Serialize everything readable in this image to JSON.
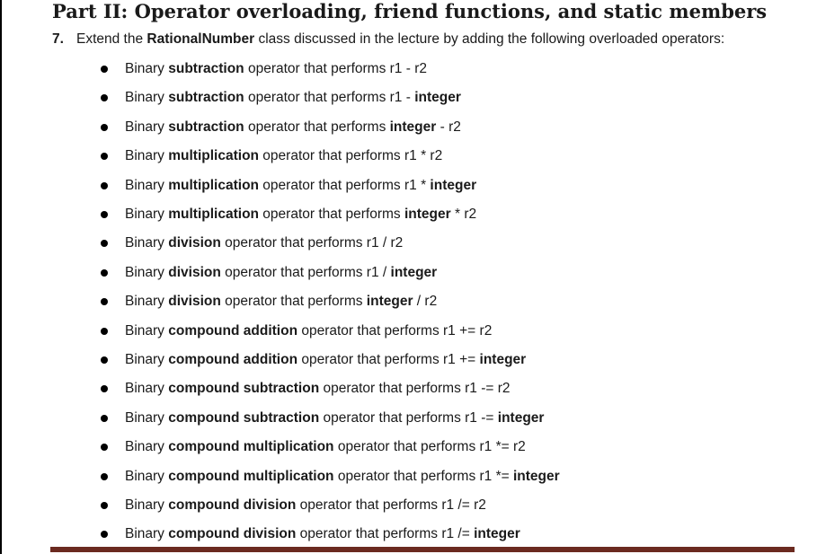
{
  "section": {
    "title": "Part II: Operator overloading, friend functions, and static members"
  },
  "question": {
    "number": "7.",
    "text_before": "Extend the ",
    "class_name": "RationalNumber",
    "text_after": " class discussed in the lecture by adding the following overloaded operators:"
  },
  "items": [
    {
      "prefix": "Binary ",
      "bold": "subtraction",
      "middle": " operator that performs ",
      "lhs": "r1",
      "lhs_bold": false,
      "op": " - ",
      "rhs": "r2",
      "rhs_bold": false
    },
    {
      "prefix": "Binary ",
      "bold": "subtraction",
      "middle": " operator that performs ",
      "lhs": "r1",
      "lhs_bold": false,
      "op": " - ",
      "rhs": "integer",
      "rhs_bold": true
    },
    {
      "prefix": "Binary ",
      "bold": "subtraction",
      "middle": " operator that performs ",
      "lhs": "integer",
      "lhs_bold": true,
      "op": " - ",
      "rhs": "r2",
      "rhs_bold": false
    },
    {
      "prefix": "Binary ",
      "bold": "multiplication",
      "middle": " operator that performs ",
      "lhs": "r1",
      "lhs_bold": false,
      "op": " * ",
      "rhs": "r2",
      "rhs_bold": false
    },
    {
      "prefix": "Binary ",
      "bold": "multiplication",
      "middle": " operator that performs ",
      "lhs": "r1",
      "lhs_bold": false,
      "op": " * ",
      "rhs": "integer",
      "rhs_bold": true
    },
    {
      "prefix": "Binary ",
      "bold": "multiplication",
      "middle": " operator that performs ",
      "lhs": "integer",
      "lhs_bold": true,
      "op": " * ",
      "rhs": "r2",
      "rhs_bold": false
    },
    {
      "prefix": "Binary ",
      "bold": "division",
      "middle": " operator that performs ",
      "lhs": "r1",
      "lhs_bold": false,
      "op": " / ",
      "rhs": "r2",
      "rhs_bold": false
    },
    {
      "prefix": "Binary ",
      "bold": "division",
      "middle": " operator that performs ",
      "lhs": "r1",
      "lhs_bold": false,
      "op": " / ",
      "rhs": "integer",
      "rhs_bold": true
    },
    {
      "prefix": "Binary ",
      "bold": "division",
      "middle": " operator that performs ",
      "lhs": "integer",
      "lhs_bold": true,
      "op": " / ",
      "rhs": "r2",
      "rhs_bold": false
    },
    {
      "prefix": "Binary ",
      "bold": "compound addition",
      "middle": " operator that performs ",
      "lhs": "r1",
      "lhs_bold": false,
      "op": " += ",
      "rhs": "r2",
      "rhs_bold": false
    },
    {
      "prefix": "Binary ",
      "bold": "compound addition",
      "middle": " operator that performs ",
      "lhs": "r1",
      "lhs_bold": false,
      "op": " += ",
      "rhs": "integer",
      "rhs_bold": true
    },
    {
      "prefix": "Binary ",
      "bold": "compound subtraction",
      "middle": " operator that performs ",
      "lhs": "r1",
      "lhs_bold": false,
      "op": " -= ",
      "rhs": "r2",
      "rhs_bold": false
    },
    {
      "prefix": "Binary ",
      "bold": "compound subtraction",
      "middle": " operator that performs ",
      "lhs": "r1",
      "lhs_bold": false,
      "op": " -= ",
      "rhs": "integer",
      "rhs_bold": true
    },
    {
      "prefix": "Binary ",
      "bold": "compound multiplication",
      "middle": " operator that performs ",
      "lhs": "r1",
      "lhs_bold": false,
      "op": " *= ",
      "rhs": "r2",
      "rhs_bold": false
    },
    {
      "prefix": "Binary ",
      "bold": "compound multiplication",
      "middle": " operator that performs ",
      "lhs": "r1",
      "lhs_bold": false,
      "op": " *= ",
      "rhs": "integer",
      "rhs_bold": true
    },
    {
      "prefix": "Binary ",
      "bold": "compound division",
      "middle": " operator that performs ",
      "lhs": "r1",
      "lhs_bold": false,
      "op": " /= ",
      "rhs": "r2",
      "rhs_bold": false
    },
    {
      "prefix": "Binary ",
      "bold": "compound division",
      "middle": " operator that performs ",
      "lhs": "r1",
      "lhs_bold": false,
      "op": " /= ",
      "rhs": "integer",
      "rhs_bold": true
    }
  ],
  "colors": {
    "text": "#1a1a1a",
    "footer_bar": "#6b2a20"
  }
}
